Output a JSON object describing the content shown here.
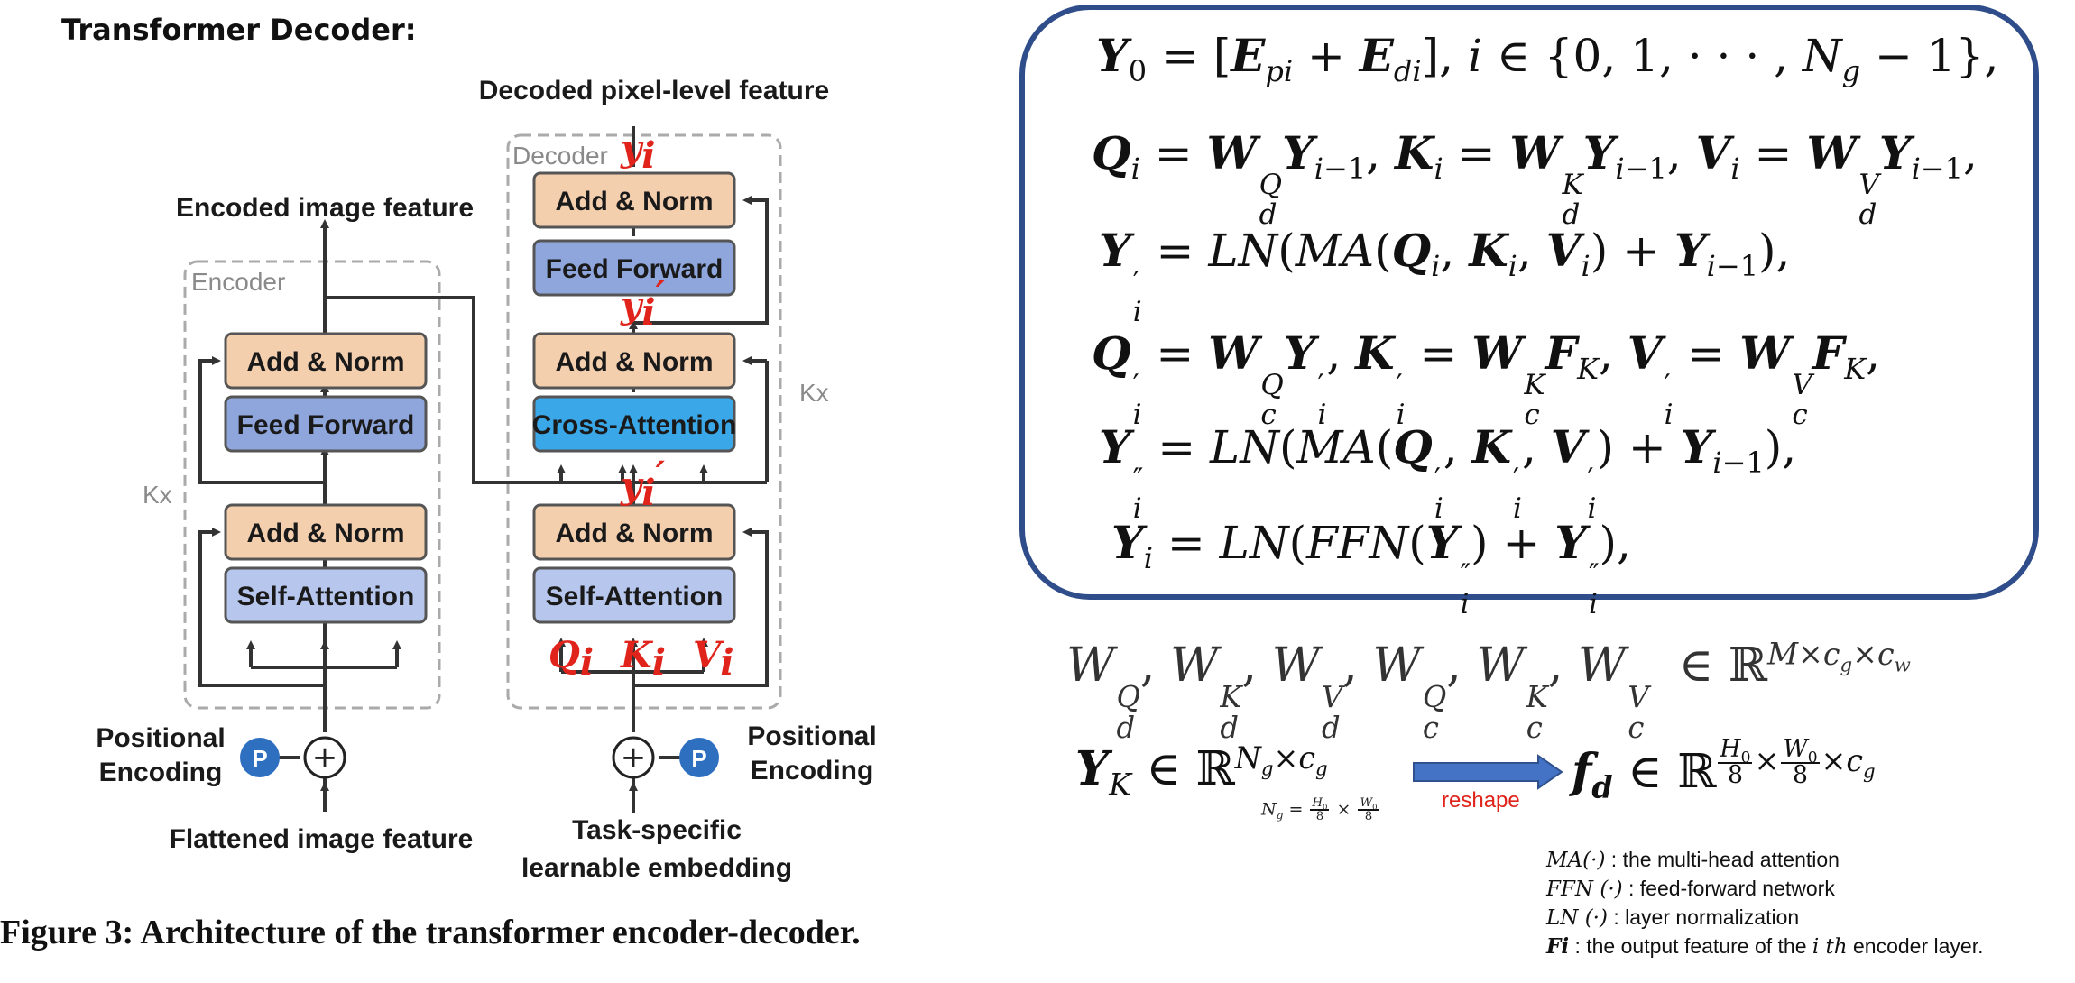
{
  "header": {
    "title": "Transformer Decoder:"
  },
  "diagram": {
    "top_output": "Decoded pixel-level feature",
    "encoded_output": "Encoded image feature",
    "encoder_tag": "Encoder",
    "decoder_tag": "Decoder",
    "kx_left": "Kx",
    "kx_right": "Kx",
    "add_norm": "Add & Norm",
    "feed_forward": "Feed Forward",
    "self_attention": "Self-Attention",
    "cross_attention": "Cross-Attention",
    "positional_encoding_line1": "Positional",
    "positional_encoding_line2": "Encoding",
    "p_symbol": "P",
    "plus_symbol": "+",
    "flattened": "Flattened image feature",
    "task_line1": "Task-specific",
    "task_line2": "learnable embedding",
    "var_yi": "y",
    "var_yi_sub": "i",
    "var_yi_prime": "y",
    "var_q": "Q",
    "var_k": "K",
    "var_v": "V",
    "var_sub_i": "i",
    "prime": "′"
  },
  "caption": "Figure 3: Architecture of the transformer encoder-decoder.",
  "equations": {
    "line1": "Y₀ = [E_pi + E_di], i ∈ {0, 1, ··· , N_g − 1},",
    "line2": "Q_i = W_d^Q Y_{i−1}, K_i = W_d^K Y_{i−1}, V_i = W_d^V Y_{i−1},",
    "line3": "Y_i′ = LN(MA(Q_i, K_i, V_i) + Y_{i−1}),",
    "line4": "Q_i′ = W_c^Q Y_i′, K_i′ = W_c^K F_K, V_i′ = W_c^V F_K,",
    "line5": "Y_i″ = LN(MA(Q_i′, K_i′, V_i′) + Y_{i−1}),",
    "line6": "Y_i = LN(FFN(Y_i″) + Y_i″),"
  },
  "extra": {
    "weights_line": "W_d^Q, W_d^K, W_d^V, W_c^Q, W_c^K, W_c^V ∈ ℝ^{M×c_g×c_w}",
    "yk_line": "Y_K ∈ ℝ^{N_g×c_g}",
    "ng_note": "N_g = H₀/8 × W₀/8",
    "reshape_label": "reshape",
    "fd_line": "f_d ∈ ℝ^{H₀/8 × W₀/8 × c_g}"
  },
  "legend": [
    {
      "sym": "MA(·)",
      "text": " : the multi-head attention"
    },
    {
      "sym": "FFN (·)",
      "text": " : feed-forward network"
    },
    {
      "sym": "LN (·)",
      "text": " : layer normalization"
    },
    {
      "sym": "Fi",
      "text": " : the output feature of the ",
      "sym2": "i th",
      "text2": " encoder layer."
    }
  ],
  "colors": {
    "add_norm": "#f4cfae",
    "feed_forward": "#8fa6dc",
    "self_attention": "#b7c6ec",
    "cross_attention": "#3aa8e8",
    "frame": "#2f4d8a",
    "red": "#e0241b",
    "p_circle": "#2e6fbf",
    "reshape_arrow": "#4472c4"
  }
}
